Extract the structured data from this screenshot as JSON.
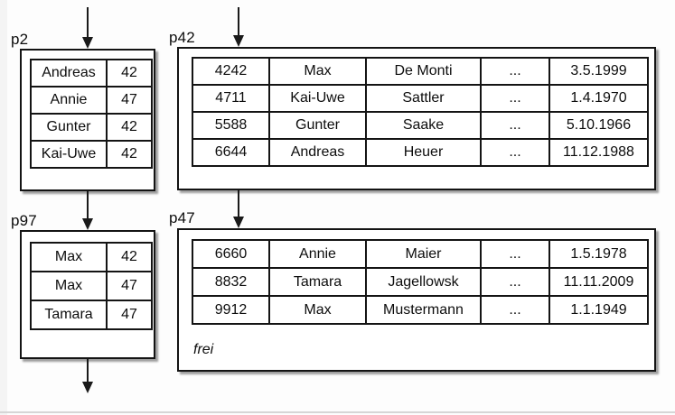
{
  "diagram_title": "index and data pages diagram",
  "colors": {
    "line": "#1a1a1a",
    "box_border": "#141414",
    "box_fill": "#ffffff",
    "background": "#fdfdfd",
    "bottom_rule": "#d6d6d6"
  },
  "pages": {
    "p2": {
      "label": "p2",
      "rows": [
        [
          "Andreas",
          "42"
        ],
        [
          "Annie",
          "47"
        ],
        [
          "Gunter",
          "42"
        ],
        [
          "Kai-Uwe",
          "42"
        ]
      ]
    },
    "p42": {
      "label": "p42",
      "rows": [
        [
          "4242",
          "Max",
          "De Monti",
          "...",
          "3.5.1999"
        ],
        [
          "4711",
          "Kai-Uwe",
          "Sattler",
          "...",
          "1.4.1970"
        ],
        [
          "5588",
          "Gunter",
          "Saake",
          "...",
          "5.10.1966"
        ],
        [
          "6644",
          "Andreas",
          "Heuer",
          "...",
          "11.12.1988"
        ]
      ]
    },
    "p97": {
      "label": "p97",
      "rows": [
        [
          "Max",
          "42"
        ],
        [
          "Max",
          "47"
        ],
        [
          "Tamara",
          "47"
        ]
      ]
    },
    "p47": {
      "label": "p47",
      "rows": [
        [
          "6660",
          "Annie",
          "Maier",
          "...",
          "1.5.1978"
        ],
        [
          "8832",
          "Tamara",
          "Jagellowsk",
          "...",
          "11.11.2009"
        ],
        [
          "9912",
          "Max",
          "Mustermann",
          "...",
          "1.1.1949"
        ]
      ],
      "free_label": "frei"
    }
  },
  "connections": [
    {
      "from": "above",
      "to": "p2"
    },
    {
      "from": "above",
      "to": "p42"
    },
    {
      "from": "p2",
      "to": "p97"
    },
    {
      "from": "p42",
      "to": "p47"
    },
    {
      "from": "p97",
      "to": "below"
    }
  ]
}
